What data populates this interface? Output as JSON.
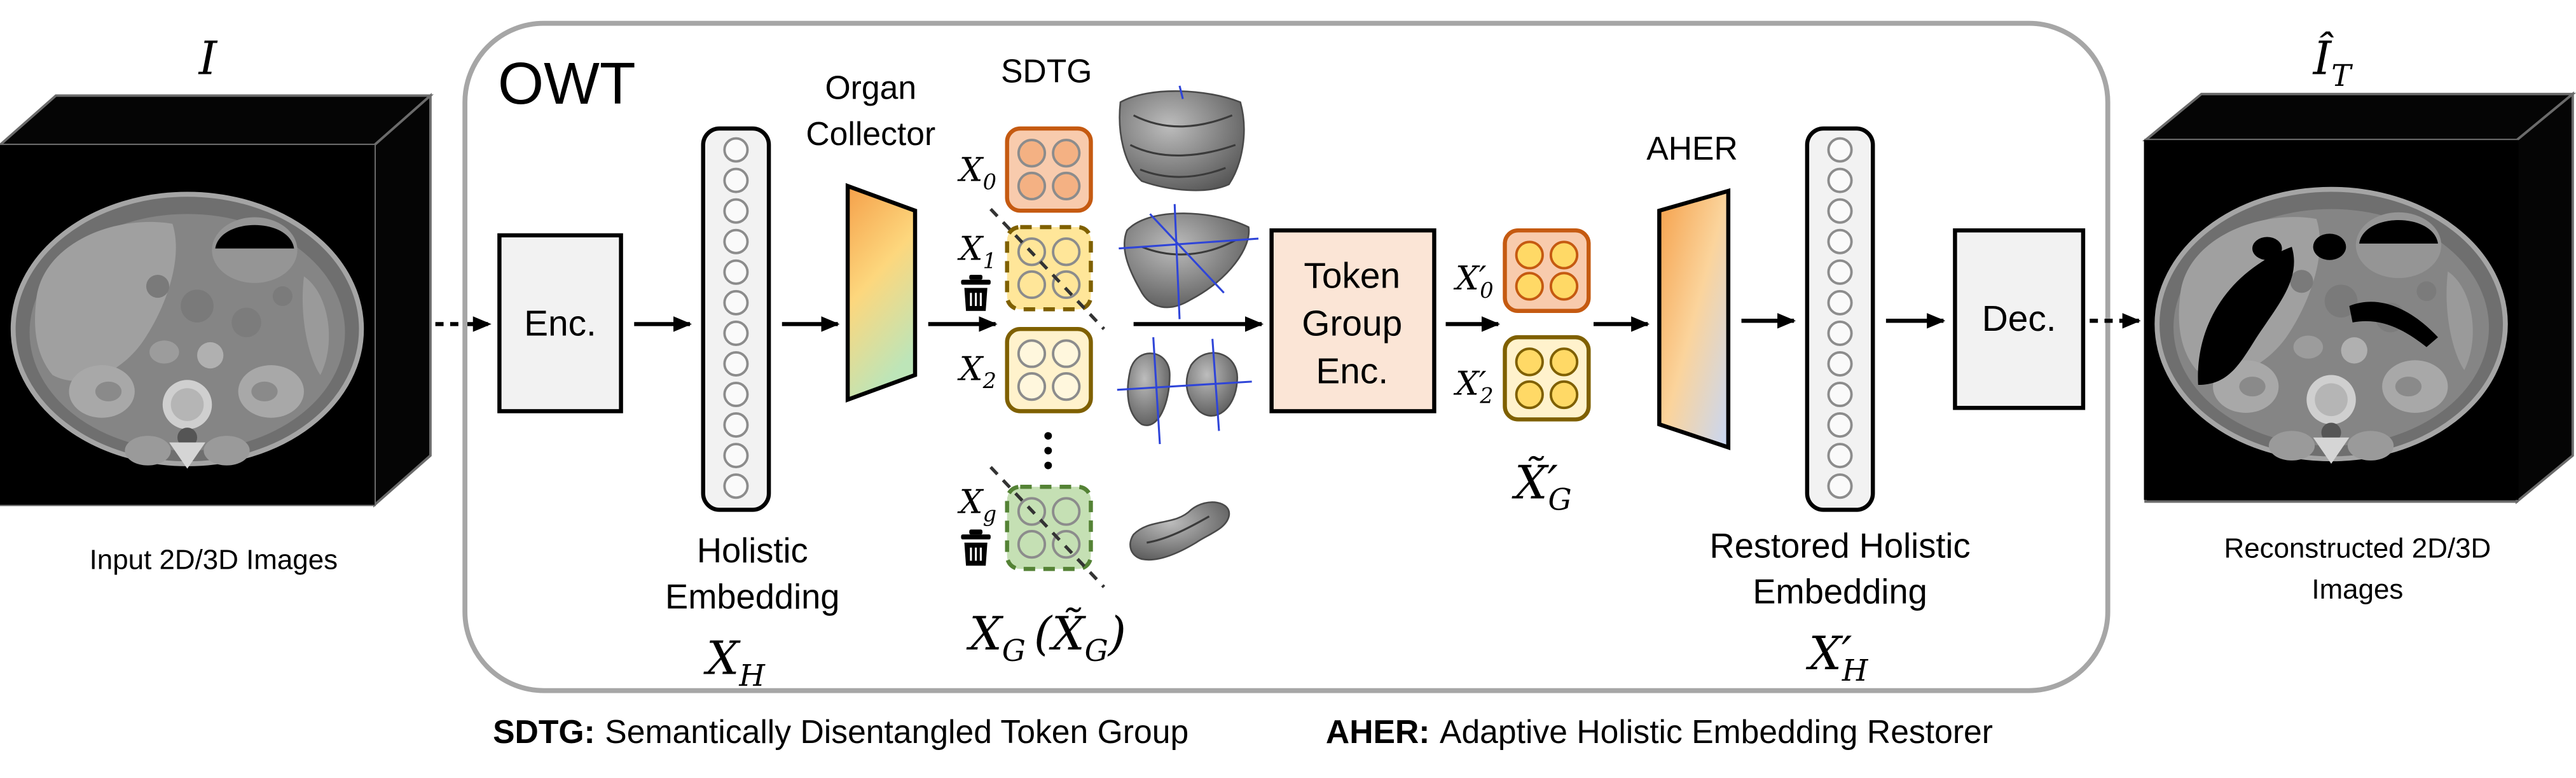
{
  "input": {
    "symbol": "I",
    "caption": "Input 2D/3D Images"
  },
  "owt": {
    "title": "OWT"
  },
  "encoder": {
    "label": "Enc."
  },
  "holistic_embedding": {
    "label_lines": [
      "Holistic",
      "Embedding"
    ],
    "symbol": {
      "base": "X",
      "sub": "H"
    }
  },
  "organ_collector": {
    "label_lines": [
      "Organ",
      "Collector"
    ]
  },
  "sdtg": {
    "title": "SDTG",
    "groups": [
      {
        "base": "X",
        "sub": "0"
      },
      {
        "base": "X",
        "sub": "1"
      },
      {
        "base": "X",
        "sub": "2"
      },
      {
        "base": "X",
        "sub": "g"
      }
    ],
    "symbol": {
      "base": "X",
      "sub": "G",
      "open": "(",
      "alt_base": "X̃",
      "alt_sub": "G",
      "close": ")"
    }
  },
  "token_group_encoder": {
    "label_lines": [
      "Token",
      "Group",
      "Enc."
    ]
  },
  "retained_groups": {
    "groups": [
      {
        "base": "X",
        "prime": "′",
        "sub": "0"
      },
      {
        "base": "X",
        "prime": "′",
        "sub": "2"
      }
    ],
    "symbol": {
      "base": "X̃",
      "prime": "′",
      "sub": "G"
    }
  },
  "aher": {
    "label": "AHER"
  },
  "restored_embedding": {
    "label_lines": [
      "Restored Holistic",
      "Embedding"
    ],
    "symbol": {
      "base": "X",
      "prime": "′",
      "sub": "H"
    }
  },
  "decoder": {
    "label": "Dec."
  },
  "output": {
    "symbol": {
      "base": "Î",
      "sub": "T"
    },
    "caption_lines": [
      "Reconstructed 2D/3D",
      "Images"
    ]
  },
  "legend": [
    {
      "term": "SDTG:",
      "definition": "Semantically Disentangled Token Group"
    },
    {
      "term": "AHER:",
      "definition": "Adaptive Holistic Embedding Restorer"
    }
  ],
  "colors": {
    "box_fill": "#f2f2f2",
    "token_enc_fill": "#fbe5d6",
    "x0_fill": "#f8cbad",
    "x0_stroke": "#c55a11",
    "x0_cell": "#f4b183",
    "x1_fill": "#ffe699",
    "x1_stroke": "#7f6000",
    "x1_cell": "#ffe699",
    "x2_fill": "#fff2cc",
    "x2_stroke": "#7f6000",
    "x2_cell": "#fff7dd",
    "xg_fill": "#c5e0b4",
    "xg_stroke": "#548235",
    "xg_cell": "#c5e0b4",
    "retained_cell": "#ffd966",
    "owt_border": "#a6a6a6",
    "organ_axis": "#2f45d8"
  }
}
